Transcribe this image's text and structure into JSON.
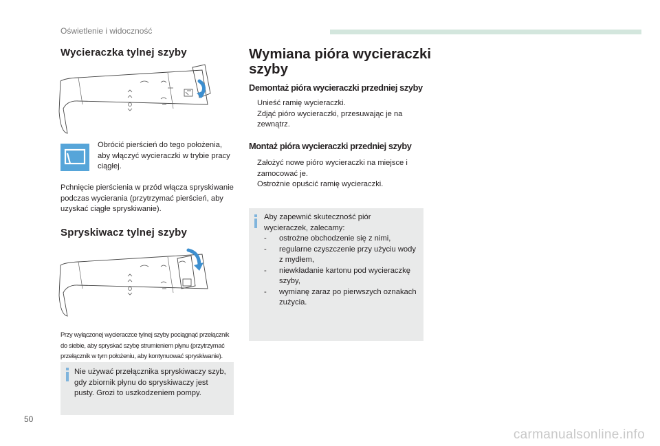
{
  "header": {
    "section_title": "Oświetlenie i widoczność"
  },
  "page_number": "50",
  "left": {
    "rear_wiper": {
      "heading": "Wycieraczka tylnej szyby",
      "icon_text": "Obrócić pierścień do tego położenia, aby włączyć wycieraczki w trybie pracy ciągłej.",
      "para": "Pchnięcie pierścienia w przód włącza spryskiwanie podczas wycierania (przytrzymać pierścień, aby uzyskać ciągłe spryskiwanie)."
    },
    "rear_washer": {
      "heading": "Spryskiwacz tylnej szyby",
      "caption": "Przy wyłączonej wycieraczce tylnej szyby pociągnąć przełącznik do siebie, aby spryskać szybę strumieniem płynu (przytrzymać przełącznik w tym położeniu, aby kontynuować spryskiwanie).",
      "note": "Nie używać przełącznika spryskiwaczy szyb, gdy zbiornik płynu do spryskiwaczy jest pusty. Grozi to uszkodzeniem pompy."
    }
  },
  "right": {
    "heading": "Wymiana pióra wycieraczki szyby",
    "removal": {
      "heading": "Demontaż pióra wycieraczki przedniej szyby",
      "items": [
        "Unieść ramię wycieraczki.",
        "Zdjąć pióro wycieraczki, przesuwając je na zewnątrz."
      ]
    },
    "fitting": {
      "heading": "Montaż pióra wycieraczki przedniej szyby",
      "items": [
        "Założyć nowe pióro wycieraczki na miejsce i zamocować je.",
        "Ostrożnie opuścić ramię wycieraczki."
      ]
    },
    "note": {
      "intro": "Aby zapewnić skuteczność piór wycieraczek, zalecamy:",
      "items": [
        "ostrożne obchodzenie się z nimi,",
        "regularne czyszczenie przy użyciu wody z mydłem,",
        "niewkładanie kartonu pod wycieraczkę szyby,",
        "wymianę zaraz po pierwszych oznakach zużycia."
      ]
    }
  },
  "bullet_marker": "",
  "dash_marker": "-",
  "watermark": "carmanualsonline.info",
  "colors": {
    "accent_blue": "#56a5d9",
    "header_bar": "#d3e6dd",
    "note_bg": "#e9eaea",
    "arrow_blue": "#3d8fcf"
  }
}
